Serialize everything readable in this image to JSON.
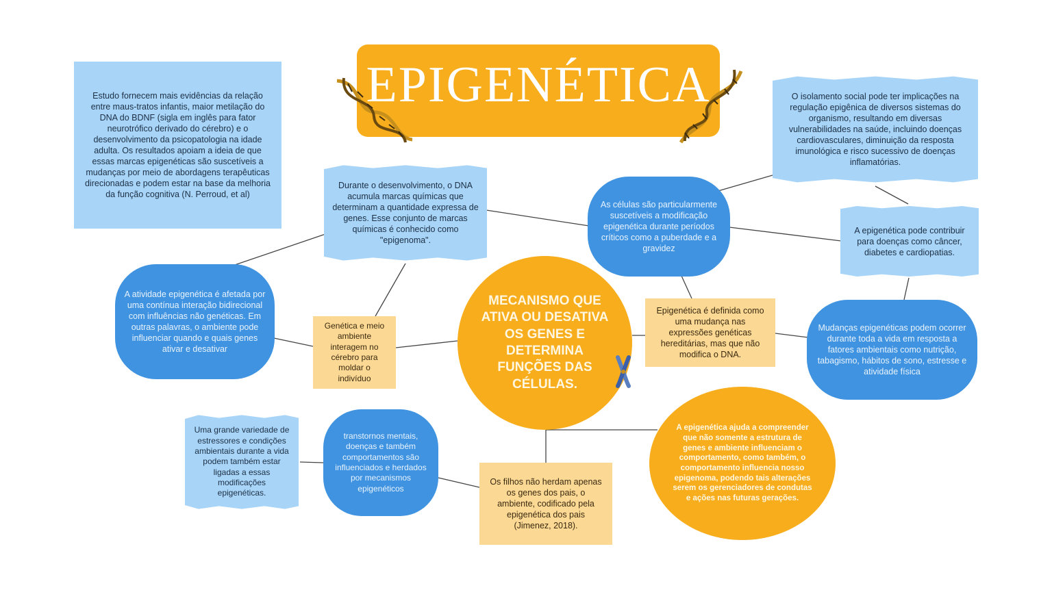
{
  "title": "EPIGENÉTICA",
  "center": "MECANISMO QUE ATIVA OU DESATIVA OS GENES E DETERMINA FUNÇÕES DAS CÉLULAS.",
  "nodes": {
    "estudo": "Estudo fornecem mais evidências da relação entre maus-tratos infantis, maior metilação do DNA do BDNF (sigla em inglês para fator neurotrófico derivado do cérebro) e o desenvolvimento da psicopatologia na idade adulta. Os resultados apoiam a ideia de que essas marcas epigenéticas são suscetíveis a mudanças por meio de abordagens terapêuticas direcionadas e podem estar na base da melhoria da função cognitiva (N. Perroud, et al)",
    "desenvolvimento": "Durante o desenvolvimento, o DNA acumula marcas químicas que determinam a quantidade expressa de genes. Esse conjunto de marcas químicas é conhecido como \"epigenoma\".",
    "isolamento": "O isolamento social pode ter implicações na regulação epigênica de diversos sistemas do organismo, resultando em diversas vulnerabilidades na saúde, incluindo doenças cardiovasculares, diminuição da resposta imunológica e risco sucessivo de doenças inflamatórias.",
    "celulas": "As células são particularmente suscetíveis a modificação epigenética durante períodos críticos como a puberdade e a gravidez",
    "doencas": "A epigenética pode contribuir para doenças como câncer, diabetes e cardiopatias.",
    "atividade": "A atividade epigenética é afetada por uma contínua interação bidirecional com influências não genéticas. Em outras palavras, o ambiente pode influenciar quando e quais genes ativar e desativar",
    "genetica": "Genética e meio ambiente interagem no cérebro para moldar o indivíduo",
    "definida": "Epigenética é definida como uma mudança nas expressões genéticas hereditárias, mas que não modifica o DNA.",
    "mudancas": "Mudanças epigenéticas podem ocorrer durante toda a vida em resposta a fatores ambientais como nutrição, tabagismo, hábitos de sono, estresse e atividade física",
    "variedade": "Uma grande variedade de estressores e condições ambientais durante a vida podem também estar ligadas a essas modificações epigenéticas.",
    "transtornos": "transtornos mentais, doenças e também comportamentos são influenciados e herdados por mecanismos epigenéticos",
    "filhos": "Os filhos não herdam apenas os genes dos pais, o ambiente, codificado pela epigenética dos pais (Jimenez, 2018).",
    "ajuda": "A epigenética ajuda a compreender que não somente a estrutura de genes e ambiente influenciam o comportamento, como também, o comportamento influencia nosso epigenoma, podendo tais alterações serem os gerenciadores de condutas e ações nas futuras gerações."
  },
  "colors": {
    "orange": "#f8ad1c",
    "light_blue": "#a8d4f7",
    "blue": "#3f93e0",
    "pale_yellow": "#fbd894"
  },
  "icons": [
    "dna-helix-icon",
    "chromosome-icon"
  ]
}
